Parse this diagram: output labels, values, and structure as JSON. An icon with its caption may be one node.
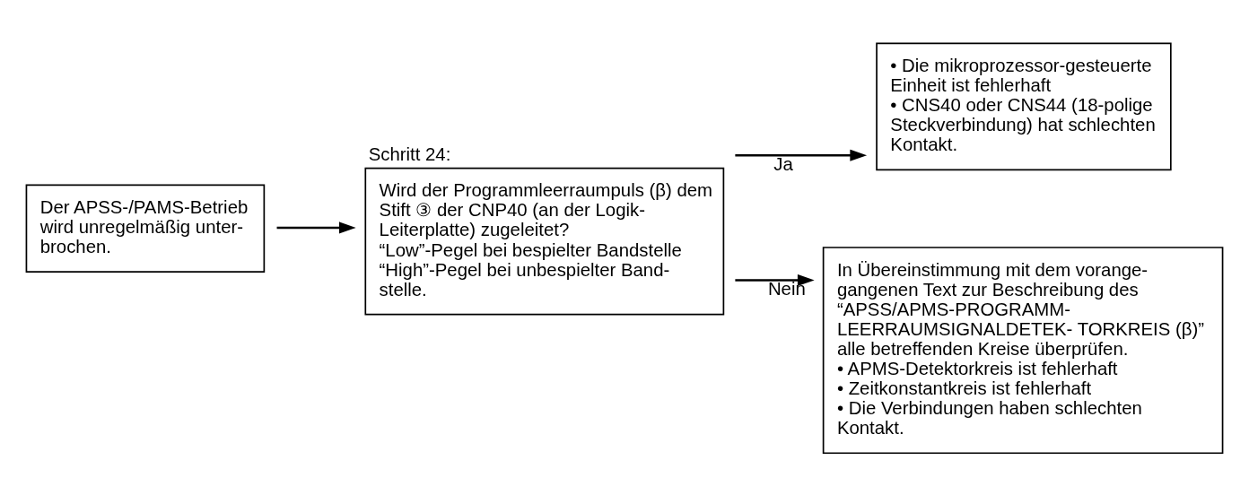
{
  "diagram": {
    "nodes": [
      {
        "text": [
          "Der APSS-/PAMS-Betrieb wird unregelmäßig unter- brochen."
        ]
      },
      {
        "text": [
          "Schritt 24:",
          "Wird der Programmleerraumpuls (β) dem Stift ③ der CNP40 (an der Logik-Leiterplatte) zugeleitet?",
          "“Low”-Pegel bei bespielter Bandstelle",
          "“High”-Pegel bei unbespielter Band- stelle."
        ]
      },
      {
        "text": [
          "• Die mikroprozessor-gesteuerte Einheit ist fehlerhaft",
          "• CNS40 oder CNS44 (18-polige Steckverbindung) hat schlechten Kontakt."
        ]
      },
      {
        "text": [
          "In Übereinstimmung mit dem vorange- gangenen Text zur Beschreibung des “APSS/APMS-PROGRAMM- LEERRAUMSIGNALDETEK- TORKREIS (β)” alle betreffenden Kreise überprüfen.",
          "• APMS-Detektorkreis ist fehlerhaft",
          "• Zeitkonstantkreis ist fehlerhaft",
          "• Die Verbindungen haben schlechten Kontakt."
        ]
      }
    ],
    "edges": [
      {
        "from": 0,
        "to": 1,
        "arrow": "to"
      },
      {
        "from": 1,
        "to": 2,
        "arrow": "to",
        "label": "Ja"
      },
      {
        "from": 1,
        "to": 3,
        "arrow": "to",
        "label": "Nein"
      }
    ]
  }
}
